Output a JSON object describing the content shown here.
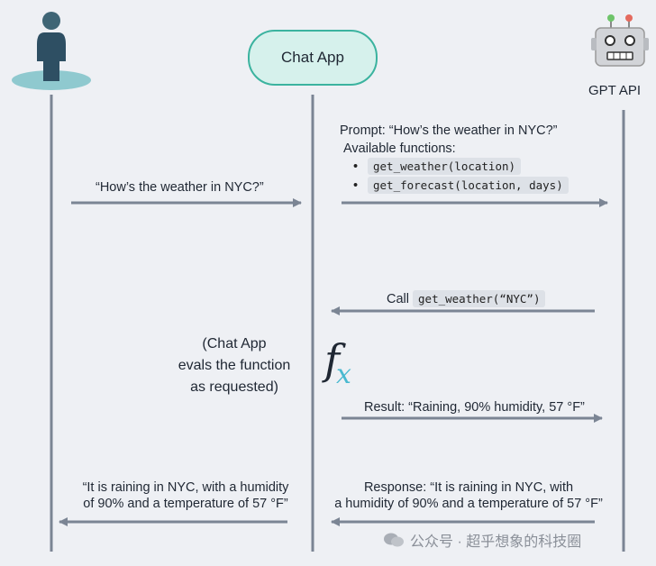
{
  "actors": {
    "chat_app": "Chat App",
    "gpt_api": "GPT API"
  },
  "messages": {
    "user_question": "“How’s the weather in NYC?”",
    "prompt": "Prompt: “How’s the weather in NYC?”",
    "available_functions": "Available functions:",
    "functions": [
      "get_weather(location)",
      "get_forecast(location, days)"
    ],
    "call_prefix": "Call",
    "call_code": "get_weather(“NYC”)",
    "evals_note": [
      "(Chat App",
      "evals the function",
      "as requested)"
    ],
    "fx_main": "f",
    "fx_sub": "x",
    "result": "Result: “Raining, 90% humidity, 57 °F”",
    "response": [
      "Response: “It is raining in NYC, with",
      "a humidity of 90% and a temperature of 57 °F”"
    ],
    "final_answer": [
      "“It is raining in NYC, with a humidity",
      "of 90% and a temperature of 57 °F”"
    ]
  },
  "watermark": "公众号 · 超乎想象的科技圈",
  "colors": {
    "background": "#eef0f4",
    "lifeline": "#7b8594",
    "user_head": "#3f6575",
    "user_body": "#2e4f63",
    "user_base": "#8fc9cf",
    "chat_border": "#3bb39f",
    "chat_fill": "#d6f1ec",
    "fx_subscript": "#49b9d0",
    "robot_light_green": "#6ec46a",
    "robot_light_red": "#e46a5e"
  }
}
